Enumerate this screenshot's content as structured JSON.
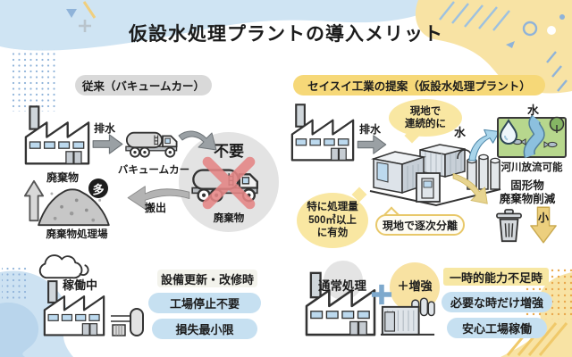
{
  "title": "仮設水処理プラントの導入メリット",
  "left": {
    "header": "従来（バキュームカー）",
    "drain": "排水",
    "vacuum_truck": "バキュームカー",
    "not_needed": "不要",
    "circle_waste": "廃棄物",
    "carry_out": "搬出",
    "waste": "廃棄物",
    "many": "多",
    "disposal_site": "廃棄物処理場"
  },
  "right": {
    "header": "セイスイ工業の提案（仮設水処理プラント）",
    "drain": "排水",
    "onsite_line1": "現地で",
    "onsite_line2": "連続的に",
    "water_mid": "水",
    "water_top": "水",
    "river_caption": "河川放流可能",
    "effective_line1": "特に処理量",
    "effective_line2": "500㎥以上",
    "effective_line3": "に有効",
    "separation": "現地で逐次分離",
    "solid_line1": "固形物",
    "solid_line2": "廃棄物削減",
    "small": "小"
  },
  "bottom_left": {
    "operating": "稼働中",
    "labels": [
      "設備更新・改修時",
      "工場停止不要",
      "損失最小限"
    ]
  },
  "bottom_right": {
    "normal": "通常処理",
    "boost": "＋増強",
    "labels": [
      "一時的能力不足時",
      "必要な時だけ増強",
      "安心工場稼働"
    ]
  },
  "colors": {
    "section_gray": "#d9d9d9",
    "section_yellow": "#f6d878",
    "pill_blue": "#c6e0f1",
    "highlight_yellow": "#f7e7a3",
    "bubble_yellow": "#f9e7a2",
    "cross_red": "#e58585",
    "decor_blue": "#cfe4f3",
    "decor_yellow": "#f8e3a4"
  }
}
